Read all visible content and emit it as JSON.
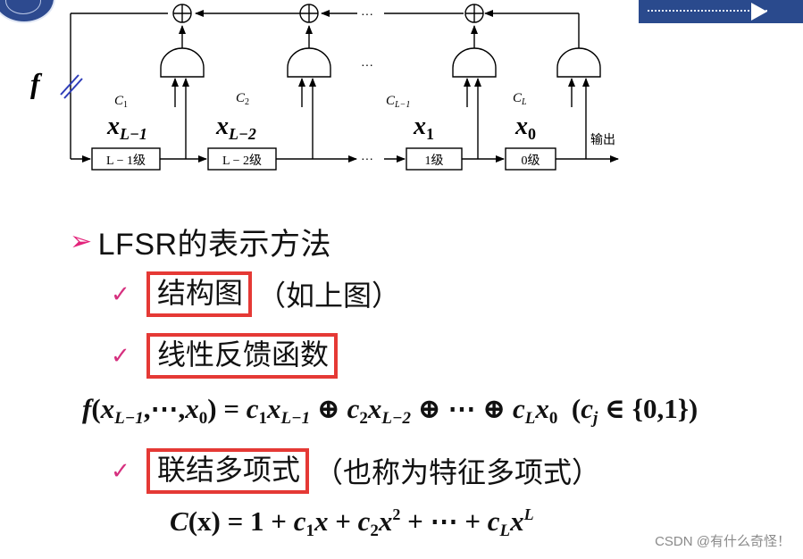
{
  "diagram": {
    "input_label": "f",
    "stages": [
      {
        "coef": "C",
        "coef_sub": "1",
        "var": "x",
        "var_sub": "L−1",
        "box": "L − 1级"
      },
      {
        "coef": "C",
        "coef_sub": "2",
        "var": "x",
        "var_sub": "L−2",
        "box": "L − 2级"
      },
      {
        "coef": "C",
        "coef_sub": "L−1",
        "var": "x",
        "var_sub": "1",
        "box": "1级"
      },
      {
        "coef": "C",
        "coef_sub": "L",
        "var": "x",
        "var_sub": "0",
        "box": "0级"
      }
    ],
    "ellipsis": "···",
    "output_label": "输出"
  },
  "heading": {
    "bullet": "➢",
    "text": "LFSR的表示方法"
  },
  "items": [
    {
      "check": "✓",
      "boxed": "结构图",
      "after": "（如上图）"
    },
    {
      "check": "✓",
      "boxed": "线性反馈函数",
      "after": ""
    },
    {
      "check": "✓",
      "boxed": "联结多项式",
      "after": "（也称为特征多项式）"
    }
  ],
  "formula_f": {
    "f": "f",
    "x": "x",
    "sub_L1": "L−1",
    "dots_comma": ",⋯,",
    "sub_0": "0",
    "eq": " = ",
    "c": "c",
    "sub_1": "1",
    "xor": " ⊕ ",
    "sub_2": "2",
    "sub_L2": "L−2",
    "cdots": "⋯",
    "sub_L": "L",
    "cond_open": "(",
    "sub_j": "j",
    "in": " ∈ {",
    "set": "0,1",
    "cond_close": "})",
    "lparen": "(",
    "rparen": ")"
  },
  "formula_c": {
    "C": "C",
    "arg": "(x)",
    "eq": " = ",
    "one": "1",
    "plus": " + ",
    "c": "c",
    "x": "x",
    "sub_1": "1",
    "sub_2": "2",
    "sup_2": "2",
    "cdots": "⋯",
    "sub_L": "L",
    "sup_L": "L"
  },
  "watermark": "CSDN @有什么奇怪！"
}
